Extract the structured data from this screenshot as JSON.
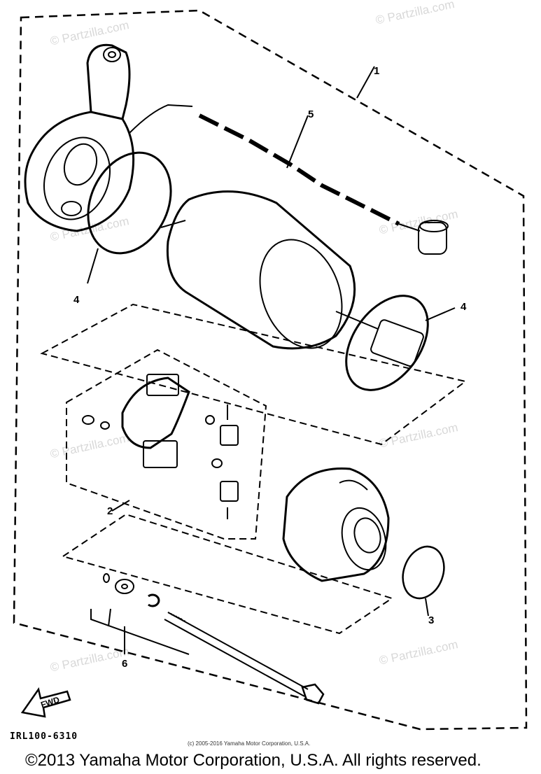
{
  "watermark": "© Partzilla.com",
  "callouts": {
    "part_1": "1",
    "part_2": "2",
    "part_3": "3",
    "part_4_left": "4",
    "part_4_right": "4",
    "part_5": "5",
    "part_6": "6"
  },
  "fwd_label": "FWD",
  "diagram_code": "IRL100-6310",
  "small_copyright": "(c) 2005-2016 Yamaha Motor Corporation, U.S.A.",
  "main_copyright": "©2013 Yamaha Motor Corporation, U.S.A. All rights reserved."
}
